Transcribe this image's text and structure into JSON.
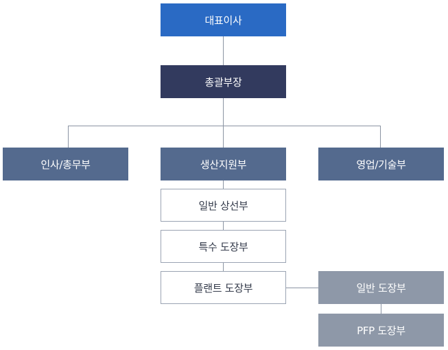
{
  "org": {
    "ceo": "대표이사",
    "general_manager": "총괄부장",
    "departments": [
      "인사/총무부",
      "생산지원부",
      "영업/기술부"
    ],
    "production_sub": [
      "일반 상선부",
      "특수 도장부",
      "플랜트 도장부"
    ],
    "plant_sub": [
      "일반 도장부",
      "PFP 도장부"
    ]
  },
  "colors": {
    "ceo": "#2a6ac4",
    "general_manager": "#323a5e",
    "department": "#546a8e",
    "sub_team": "#ffffff",
    "plant_team": "#8e98a8",
    "connector": "#8a93a2"
  }
}
